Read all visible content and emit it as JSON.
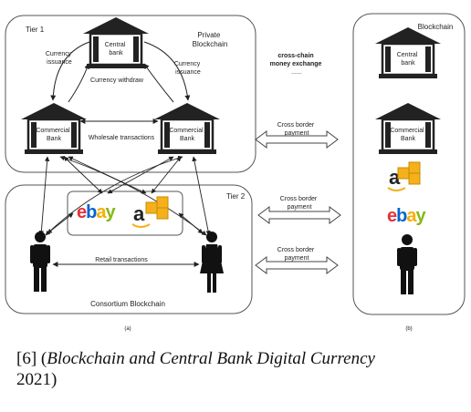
{
  "labels": {
    "tier1": "Tier 1",
    "tier2": "Tier 2",
    "private_blockchain": [
      "Private",
      "Blockchain"
    ],
    "consortium_blockchain": "Consortium Blockchain",
    "blockchain": "Blockchain",
    "central_bank": [
      "Central",
      "bank"
    ],
    "central_bank_right": [
      "Central",
      "bank"
    ],
    "commercial_bank": [
      "Commercial",
      "Bank"
    ],
    "commercial_bank_right": [
      "Commercial",
      "Bank"
    ],
    "currency_issuance": [
      "Currency",
      "issuance"
    ],
    "currency_withdraw": "Currency withdraw",
    "wholesale_transactions": "Wholesale transactions",
    "retail_transactions": "Retail  transactions",
    "cross_chain": [
      "cross-chain",
      "money exchange",
      "......"
    ],
    "cross_border_payment": [
      "Cross border",
      "payment"
    ],
    "sub_a": "(a)",
    "sub_b": "(b)"
  },
  "brands": {
    "ebay": [
      "e",
      "b",
      "a",
      "y"
    ],
    "ebay_colors": [
      "#e53238",
      "#0064d2",
      "#f5af02",
      "#86b817"
    ],
    "amazon": "a",
    "box_color": "#f4b11c"
  },
  "caption": {
    "ref": "[6] (",
    "title": "Blockchain and Central Bank Digital Currency",
    "close": "2021)"
  }
}
